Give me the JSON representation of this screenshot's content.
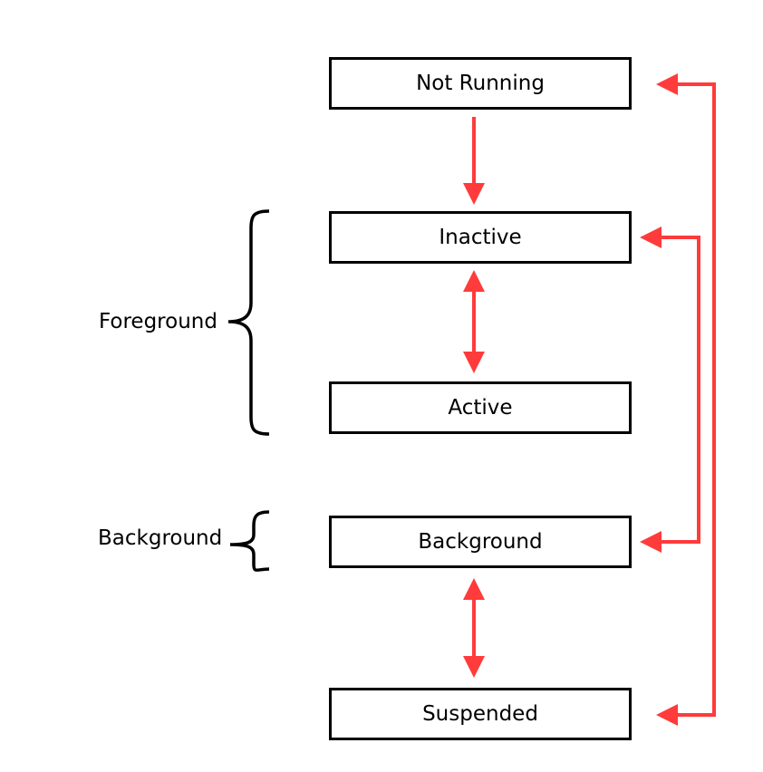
{
  "colors": {
    "arrow": "#ff3b3b",
    "box_border": "#000000",
    "text": "#000000",
    "background": "#ffffff"
  },
  "states": {
    "not_running": "Not Running",
    "inactive": "Inactive",
    "active": "Active",
    "background": "Background",
    "suspended": "Suspended"
  },
  "groups": {
    "foreground": "Foreground",
    "background": "Background"
  },
  "transitions": [
    {
      "from": "not_running",
      "to": "inactive",
      "direction": "one-way"
    },
    {
      "from": "inactive",
      "to": "active",
      "direction": "two-way"
    },
    {
      "from": "background",
      "to": "suspended",
      "direction": "two-way"
    },
    {
      "from": "inactive",
      "to": "background",
      "direction": "two-way"
    },
    {
      "from": "suspended",
      "to": "not_running",
      "direction": "two-way"
    }
  ]
}
